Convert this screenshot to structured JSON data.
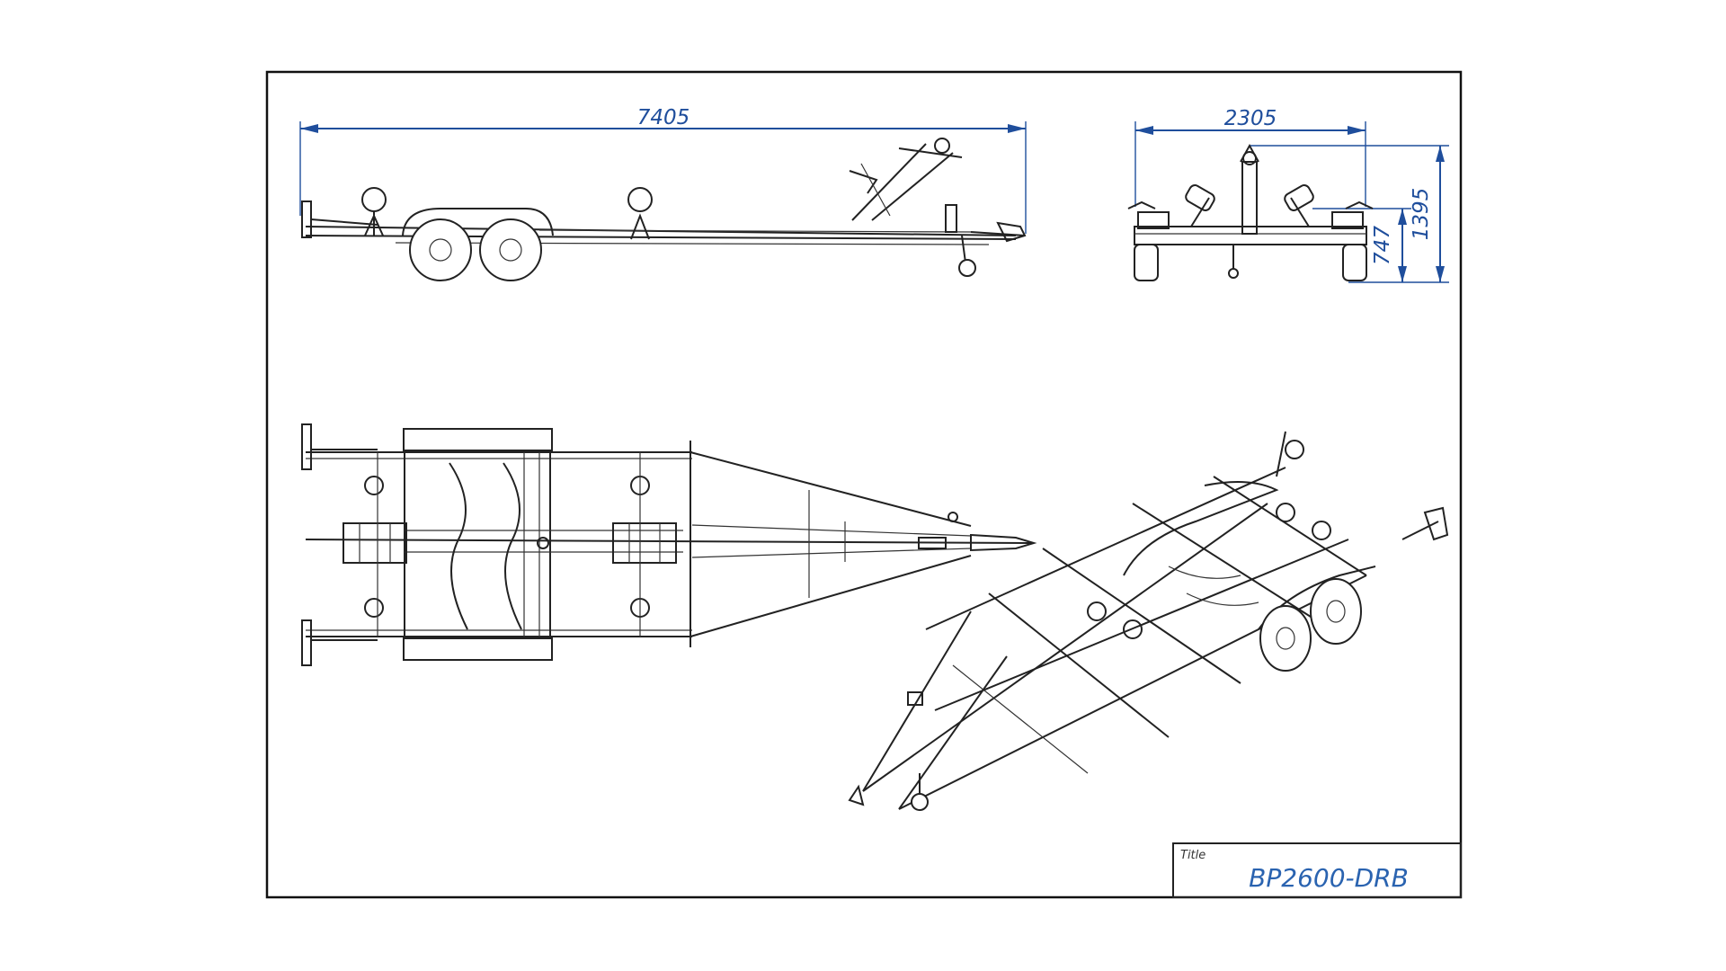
{
  "drawing": {
    "dimensions": {
      "overall_length": "7405",
      "overall_width": "2305",
      "overall_height": "1395",
      "frame_height": "747"
    },
    "title_block": {
      "label": "Title",
      "value": "BP2600-DRB"
    }
  },
  "colors": {
    "dimension": "#1f4e9c",
    "title": "#2a63b0",
    "linework": "#222222",
    "background": "#ffffff"
  }
}
